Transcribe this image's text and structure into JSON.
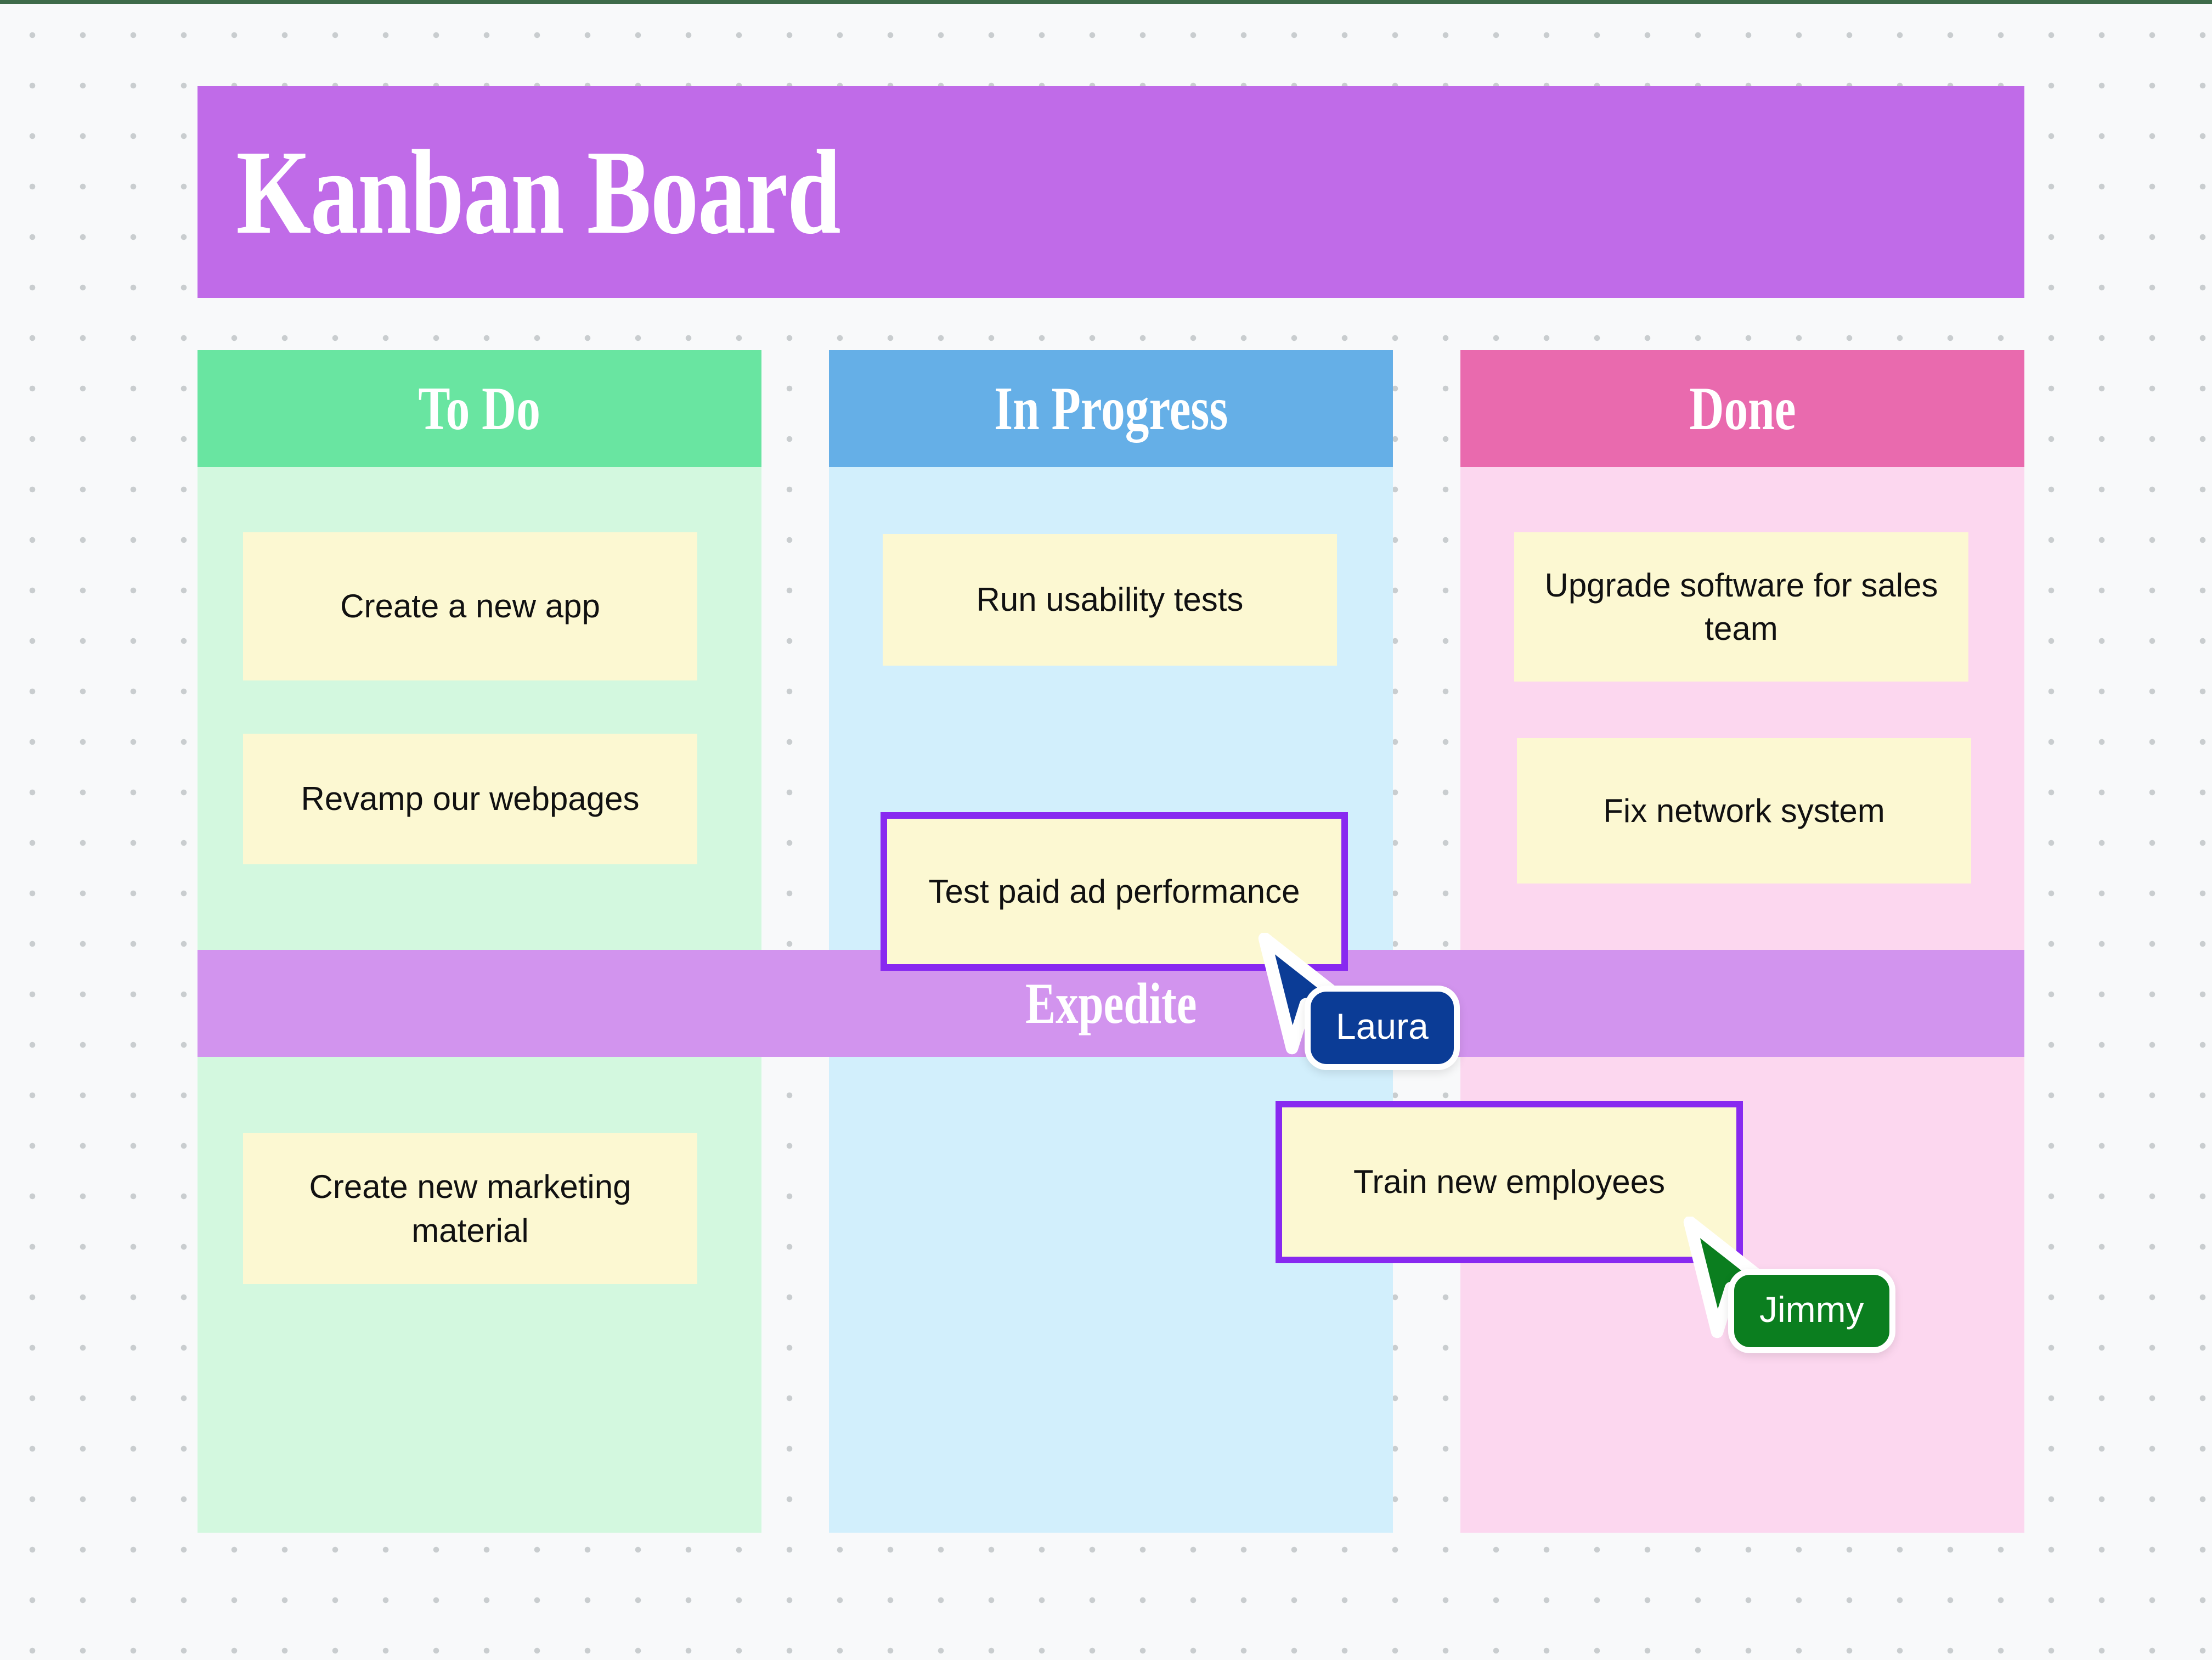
{
  "board": {
    "title": "Kanban Board",
    "title_bg": "#C06BE8",
    "canvas_bg": "#F8F9FA",
    "dot_color": "#C9CDCF",
    "top_rule_color": "#3E6B4A",
    "card_bg": "#FCF8D2",
    "card_text_color": "#111111",
    "selection_color": "#8829F0"
  },
  "swimlane": {
    "label": "Expedite",
    "bg": "#D294EE",
    "text_color": "#FFFFFF"
  },
  "columns": [
    {
      "id": "todo",
      "header": "To Do",
      "header_bg": "#69E5A1",
      "body_bg": "#D3F8DF",
      "cards": [
        {
          "text": "Create a new app",
          "selected": false
        },
        {
          "text": "Revamp our webpages",
          "selected": false
        },
        {
          "text": "Create new marketing material",
          "selected": false
        }
      ]
    },
    {
      "id": "in-progress",
      "header": "In Progress",
      "header_bg": "#65AFE7",
      "body_bg": "#D2EFFC",
      "cards": [
        {
          "text": "Run usability tests",
          "selected": false
        },
        {
          "text": "Test paid ad performance",
          "selected": true
        }
      ]
    },
    {
      "id": "done",
      "header": "Done",
      "header_bg": "#E96AAE",
      "body_bg": "#FCD7EF",
      "cards": [
        {
          "text": "Upgrade software for sales team",
          "selected": false
        },
        {
          "text": "Fix network system",
          "selected": false
        },
        {
          "text": "Train new employees",
          "selected": true
        }
      ]
    }
  ],
  "cards": {
    "create_app": "Create a new app",
    "revamp_webpages": "Revamp our webpages",
    "marketing_material": "Create new marketing material",
    "usability_tests": "Run usability tests",
    "paid_ad": "Test paid ad performance",
    "upgrade_software": "Upgrade software for sales team",
    "fix_network": "Fix network system",
    "train_employees": "Train new employees"
  },
  "cursors": [
    {
      "name": "Laura",
      "color": "#0B3C96",
      "outline": "#FFFFFF"
    },
    {
      "name": "Jimmy",
      "color": "#0B7E1F",
      "outline": "#FFFFFF"
    }
  ],
  "cursor_labels": {
    "laura": "Laura",
    "jimmy": "Jimmy"
  }
}
